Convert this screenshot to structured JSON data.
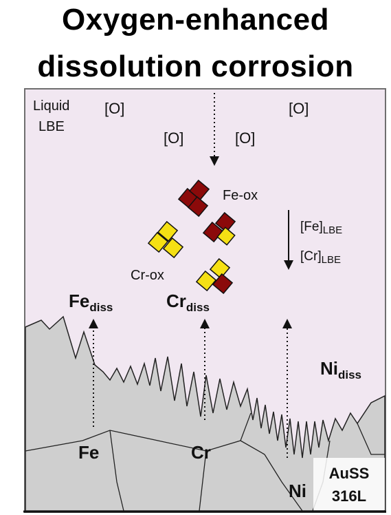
{
  "title_line1": "Oxygen-enhanced",
  "title_line2": "dissolution corrosion",
  "labels": {
    "liquid_lbe_1": "Liquid",
    "liquid_lbe_2": "LBE",
    "oxygen": "[O]",
    "fe_ox": "Fe-ox",
    "cr_ox": "Cr-ox",
    "fe_lbe": "[Fe]",
    "cr_lbe": "[Cr]",
    "lbe_sub": "LBE",
    "fe_diss": "Fe",
    "cr_diss": "Cr",
    "ni_diss": "Ni",
    "diss_sub": "diss",
    "fe": "Fe",
    "cr": "Cr",
    "ni": "Ni",
    "auss_1": "AuSS",
    "auss_2": "316L"
  },
  "colors": {
    "liquid": "#f1e7f1",
    "steel": "#cfcfcf",
    "fe_oxide": "#8b0a0a",
    "cr_oxide": "#f5e014",
    "line": "#222222"
  }
}
